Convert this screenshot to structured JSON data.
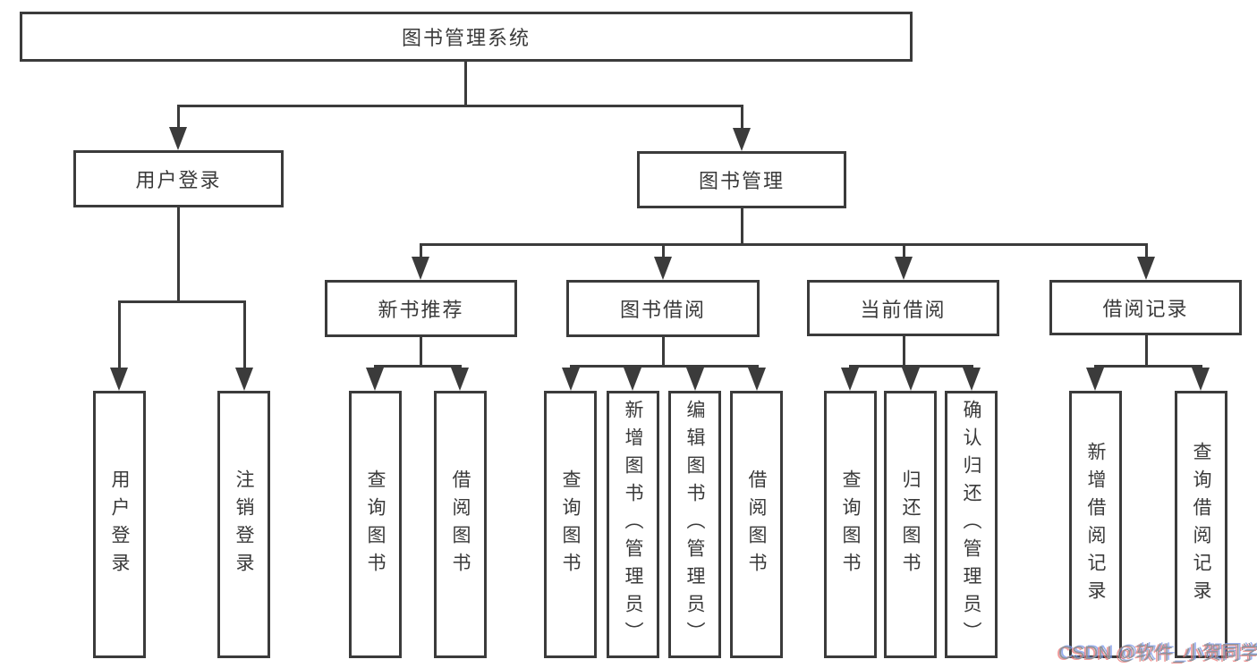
{
  "diagram": {
    "title": "图书管理系统",
    "type": "hierarchy-tree",
    "nodes": {
      "root": "图书管理系统",
      "user_login": "用户登录",
      "book_management": "图书管理",
      "new_book_recommend": "新书推荐",
      "book_borrow": "图书借阅",
      "current_borrow": "当前借阅",
      "borrow_record": "借阅记录",
      "leaf_user_login": "用户登录",
      "leaf_logout": "注销登录",
      "leaf_query_book_recommend": "查询图书",
      "leaf_borrow_book_recommend": "借阅图书",
      "leaf_query_book_borrow": "查询图书",
      "leaf_add_book": "新增图书（管理员）",
      "leaf_edit_book": "编辑图书（管理员）",
      "leaf_borrow_book": "借阅图书",
      "leaf_query_book_current": "查询图书",
      "leaf_return_book": "归还图书",
      "leaf_confirm_return": "确认归还（管理员）",
      "leaf_add_borrow_record": "新增借阅记录",
      "leaf_query_borrow_record": "查询借阅记录"
    },
    "hierarchy": {
      "图书管理系统": {
        "用户登录": [
          "用户登录",
          "注销登录"
        ],
        "图书管理": {
          "新书推荐": [
            "查询图书",
            "借阅图书"
          ],
          "图书借阅": [
            "查询图书",
            "新增图书（管理员）",
            "编辑图书（管理员）",
            "借阅图书"
          ],
          "当前借阅": [
            "查询图书",
            "归还图书",
            "确认归还（管理员）"
          ],
          "借阅记录": [
            "新增借阅记录",
            "查询借阅记录"
          ]
        }
      }
    },
    "colors": {
      "line": "#3b3b3b",
      "text": "#3a3a3a",
      "background": "#ffffff",
      "watermark_gray": "#8f9399",
      "watermark_fringe_red": "#eb7878",
      "watermark_fringe_blue": "#7896eb"
    },
    "watermark": "CSDN @软件_小贺同学"
  }
}
